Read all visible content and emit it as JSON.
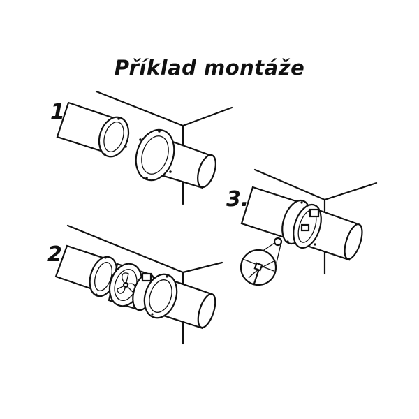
{
  "title": "Příklad montáže",
  "steps": [
    {
      "label": "1."
    },
    {
      "label": "2."
    },
    {
      "label": "3."
    }
  ],
  "colors": {
    "line": "#111111",
    "background": "#ffffff",
    "shade": "#d9d9d9"
  }
}
